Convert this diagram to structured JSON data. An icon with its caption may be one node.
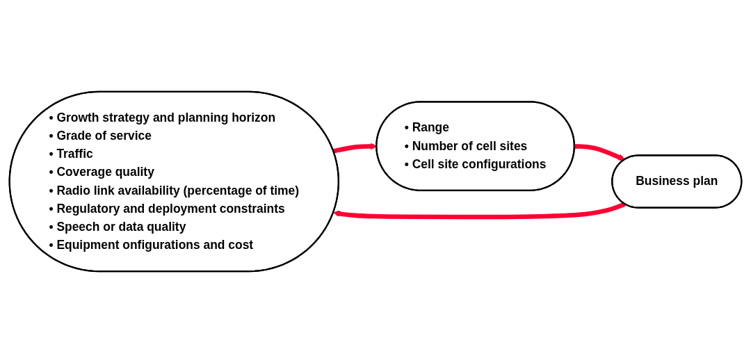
{
  "diagram": {
    "nodes": [
      {
        "text": [
          "• Growth strategy and planning horizon",
          "• Grade of service",
          "• Traffic",
          "• Coverage quality",
          "• Radio link availability (percentage of time)",
          "• Regulatory and deployment constraints",
          "• Speech or data quality",
          "• Equipment onfigurations and cost"
        ]
      },
      {
        "text": [
          "Business plan"
        ]
      },
      {
        "text": [
          "• Range",
          "• Number of cell sites",
          "• Cell site configurations"
        ]
      }
    ],
    "edges": [
      {
        "from": 1,
        "to": 0,
        "arrow": "to"
      },
      {
        "from": 0,
        "to": 2,
        "arrow": "to"
      },
      {
        "from": 2,
        "to": 1,
        "arrow": "to"
      }
    ]
  }
}
